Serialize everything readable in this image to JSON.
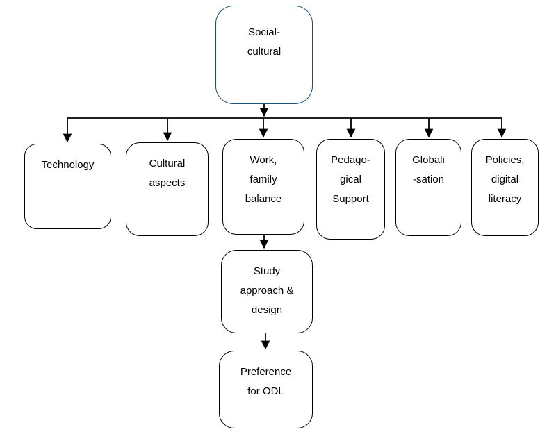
{
  "colors": {
    "root_border": "#1f4e79",
    "box_border": "#000000",
    "connector": "#000000",
    "background": "#ffffff"
  },
  "diagram": {
    "root": {
      "label": "Social-\ncultural"
    },
    "factors": [
      {
        "label": "Technology"
      },
      {
        "label": "Cultural\naspects"
      },
      {
        "label": "Work,\nfamily\nbalance"
      },
      {
        "label": "Pedago-\ngical\nSupport"
      },
      {
        "label": "Globali\n-sation"
      },
      {
        "label": "Policies,\ndigital\nliteracy"
      }
    ],
    "outcome_chain": [
      {
        "label": "Study\napproach &\ndesign"
      },
      {
        "label": "Preference\nfor ODL"
      }
    ]
  }
}
